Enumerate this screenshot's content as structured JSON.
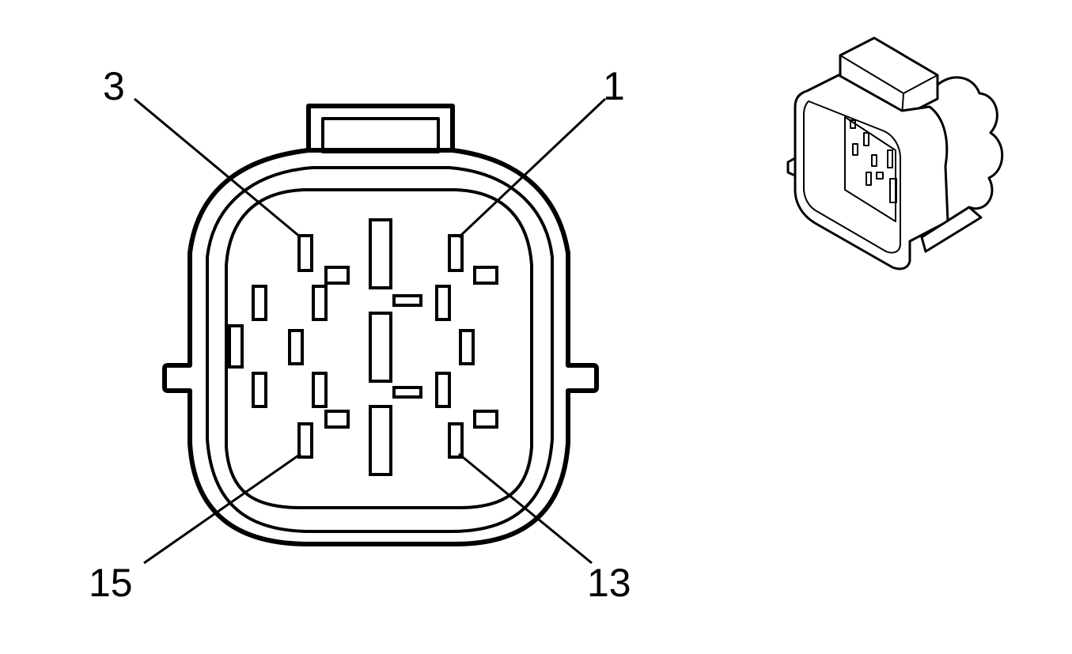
{
  "pin_labels": {
    "pin_3": "3",
    "pin_1": "1",
    "pin_15": "15",
    "pin_13": "13"
  },
  "colors": {
    "line": "#000000",
    "background": "#ffffff"
  }
}
